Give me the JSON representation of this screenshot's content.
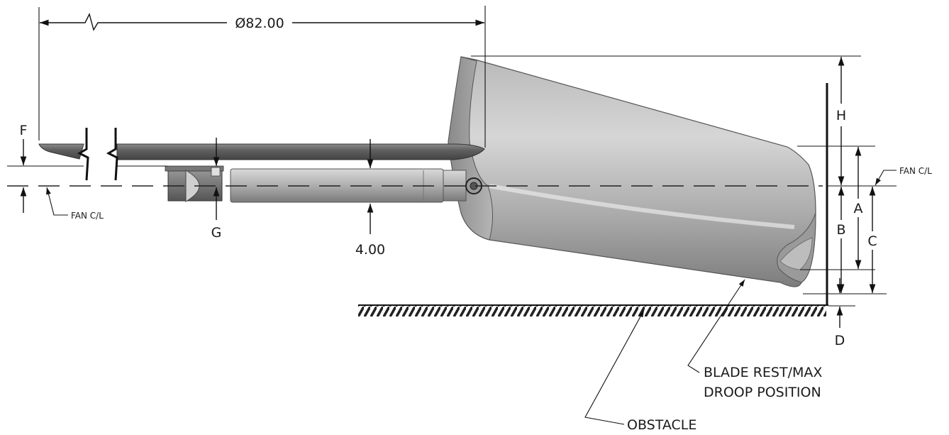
{
  "diagram": {
    "diameter_label": "Ø82.00",
    "thickness_label": "4.00",
    "fan_cl_left": "FAN C/L",
    "fan_cl_right": "FAN C/L",
    "dims": {
      "a": "A",
      "b": "B",
      "c": "C",
      "d": "D",
      "f": "F",
      "g": "G",
      "h": "H"
    },
    "callouts": {
      "blade_line1": "BLADE REST/MAX",
      "blade_line2": "DROOP POSITION",
      "obstacle": "OBSTACLE"
    }
  }
}
